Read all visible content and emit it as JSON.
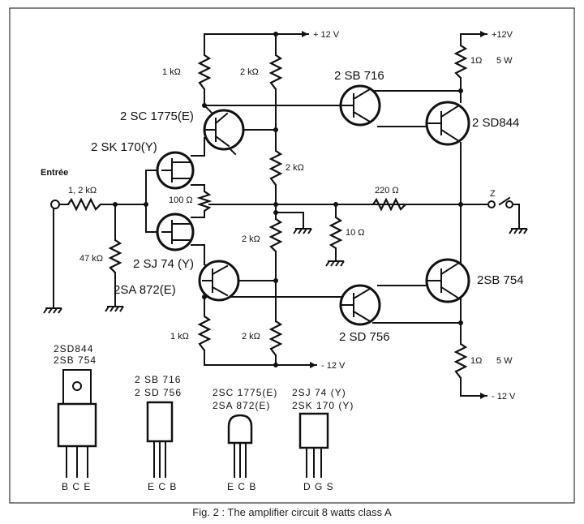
{
  "caption": "Fig. 2 : The amplifier circuit 8 watts class A",
  "supplies": {
    "pos_left": "+ 12 V",
    "neg_left": "- 12 V",
    "pos_right": "+12V",
    "neg_right": "- 12 V"
  },
  "input": {
    "label": "Entrée"
  },
  "output": {
    "label": "Z"
  },
  "resistors": {
    "r_1k_top": "1 kΩ",
    "r_2k_top": "2 kΩ",
    "r_2k_mid": "2 kΩ",
    "r_2k_low": "2 kΩ",
    "r_1k_bot": "1 kΩ",
    "r_2k_bot": "2 kΩ",
    "r_in": "1, 2 kΩ",
    "r_47k": "47 kΩ",
    "r_pot": "100 Ω",
    "r_220": "220 Ω",
    "r_10": "10 Ω",
    "r_1_top": "1Ω",
    "r_1_top_w": "5 W",
    "r_1_bot": "1Ω",
    "r_1_bot_w": "5 W"
  },
  "transistors": {
    "q_2sc1775": "2 SC 1775(E)",
    "q_2sk170": "2 SK 170(Y)",
    "q_2sj74": "2 SJ 74 (Y)",
    "q_2sa872": "2SA 872(E)",
    "q_2sb716": "2 SB 716",
    "q_2sd844": "2 SD844",
    "q_2sb754": "2SB 754",
    "q_2sd756": "2 SD 756"
  },
  "packages": [
    {
      "line1": "2SD844",
      "line2": "2SB 754",
      "pins": "B C E"
    },
    {
      "line1": "2 SB 716",
      "line2": "2 SD 756",
      "pins": "E C B"
    },
    {
      "line1": "2SC 1775(E)",
      "line2": "2SA 872(E)",
      "pins": "E C B"
    },
    {
      "line1": "2SJ 74 (Y)",
      "line2": "2SK 170 (Y)",
      "pins": "D G S"
    }
  ]
}
